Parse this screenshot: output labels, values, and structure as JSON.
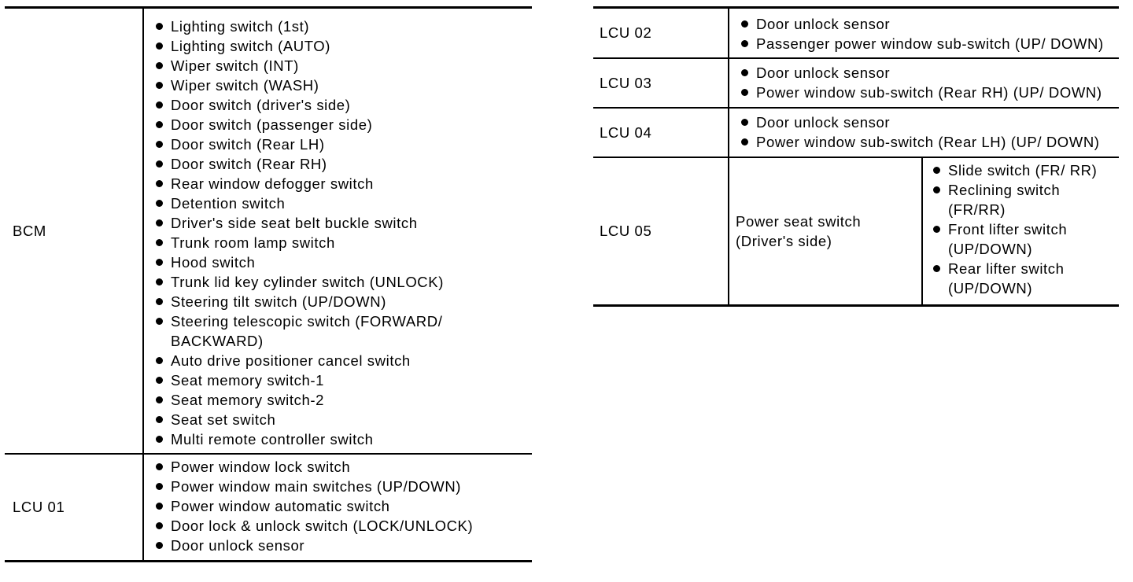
{
  "left_table": {
    "rows": [
      {
        "unit": "BCM",
        "items": [
          "Lighting switch (1st)",
          "Lighting switch (AUTO)",
          "Wiper switch (INT)",
          "Wiper switch (WASH)",
          "Door switch (driver's side)",
          "Door switch (passenger side)",
          "Door switch (Rear LH)",
          "Door switch (Rear RH)",
          "Rear window defogger switch",
          "Detention switch",
          "Driver's side seat belt buckle switch",
          "Trunk room lamp switch",
          "Hood switch",
          "Trunk lid key cylinder switch (UNLOCK)",
          "Steering tilt switch (UP/DOWN)",
          "Steering telescopic switch (FORWARD/ BACKWARD)",
          "Auto drive positioner cancel switch",
          "Seat memory switch-1",
          "Seat memory switch-2",
          "Seat set switch",
          "Multi remote controller switch"
        ]
      },
      {
        "unit": "LCU 01",
        "items": [
          "Power window lock switch",
          "Power window main switches (UP/DOWN)",
          "Power window automatic switch",
          "Door lock & unlock switch (LOCK/UNLOCK)",
          "Door unlock sensor"
        ]
      }
    ]
  },
  "right_table": {
    "rows": [
      {
        "unit": "LCU 02",
        "items": [
          "Door unlock sensor",
          "Passenger power window sub-switch (UP/ DOWN)"
        ]
      },
      {
        "unit": "LCU 03",
        "items": [
          "Door unlock sensor",
          "Power window sub-switch (Rear RH) (UP/ DOWN)"
        ]
      },
      {
        "unit": "LCU 04",
        "items": [
          "Door unlock sensor",
          "Power window sub-switch (Rear LH) (UP/ DOWN)"
        ]
      },
      {
        "unit": "LCU 05",
        "group": "Power seat switch (Driver's side)",
        "items": [
          "Slide switch (FR/ RR)",
          "Reclining switch (FR/RR)",
          "Front lifter switch (UP/DOWN)",
          "Rear lifter switch (UP/DOWN)"
        ]
      }
    ]
  }
}
